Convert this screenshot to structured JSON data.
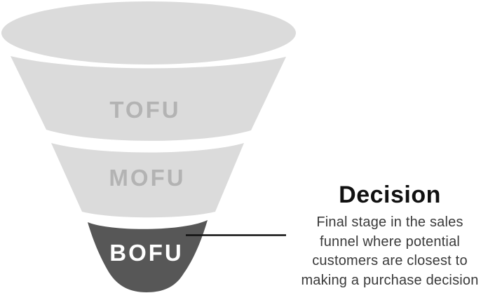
{
  "diagram": {
    "type": "funnel",
    "stages": [
      {
        "label": "TOFU",
        "highlighted": false
      },
      {
        "label": "MOFU",
        "highlighted": false
      },
      {
        "label": "BOFU",
        "highlighted": true
      }
    ],
    "colors": {
      "background": "#ffffff",
      "stage_light": "#dbdbdb",
      "stage_dark": "#575757",
      "stage_label_gray": "#b3b3b3",
      "stage_label_white": "#ffffff",
      "leader_line": "#111111",
      "heading_text": "#111111",
      "body_text": "#3a3a3a"
    }
  },
  "annotation": {
    "heading": "Decision",
    "lines": [
      "Final stage in the sales",
      "funnel where potential",
      "customers are closest to",
      "making a purchase decision"
    ]
  }
}
